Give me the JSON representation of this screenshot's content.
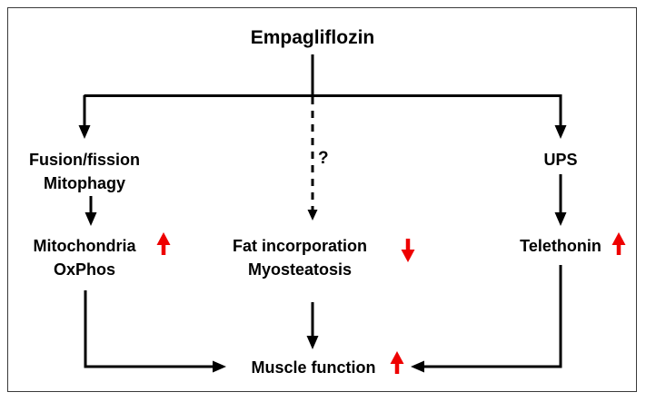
{
  "figure": {
    "type": "flow-diagram",
    "title": "Empagliflozin",
    "background_color": "#ffffff",
    "line_color": "#000000",
    "accent_color": "#ee0000",
    "border_color": "#3a3a3a"
  },
  "nodes": {
    "root": {
      "label": "Empagliflozin"
    },
    "left_branch": {
      "line1": "Fusion/fission",
      "line2": "Mitophagy"
    },
    "center_branch": {
      "label": "?"
    },
    "right_branch": {
      "label": "UPS"
    },
    "left_outcome": {
      "line1": "Mitochondria",
      "line2": "OxPhos",
      "change": "up",
      "change_symbol": "↑",
      "change_color": "#ee0000"
    },
    "center_outcome": {
      "line1": "Fat incorporation",
      "line2": "Myosteatosis",
      "change": "down",
      "change_symbol": "↓",
      "change_color": "#ee0000"
    },
    "right_outcome": {
      "line1": "Telethonin",
      "change": "up",
      "change_symbol": "↑",
      "change_color": "#ee0000"
    },
    "final_outcome": {
      "label": "Muscle function",
      "change": "up",
      "change_symbol": "↑",
      "change_color": "#ee0000"
    }
  },
  "edges": [
    {
      "name": "root-to-bus",
      "style": "solid",
      "from": "root",
      "to": "bus"
    },
    {
      "name": "bus-to-left-branch",
      "style": "solid",
      "from": "bus",
      "to": "left_branch"
    },
    {
      "name": "bus-to-right-branch",
      "style": "solid",
      "from": "bus",
      "to": "right_branch"
    },
    {
      "name": "bus-to-center-outcome",
      "style": "dashed",
      "from": "bus",
      "to": "center_outcome"
    },
    {
      "name": "left-branch-to-left-outcome",
      "style": "solid",
      "from": "left_branch",
      "to": "left_outcome"
    },
    {
      "name": "right-branch-to-right-outcome",
      "style": "solid",
      "from": "right_branch",
      "to": "right_outcome"
    },
    {
      "name": "left-outcome-to-final",
      "style": "solid",
      "from": "left_outcome",
      "to": "final_outcome"
    },
    {
      "name": "center-outcome-to-final",
      "style": "solid",
      "from": "center_outcome",
      "to": "final_outcome"
    },
    {
      "name": "right-outcome-to-final",
      "style": "solid",
      "from": "right_outcome",
      "to": "final_outcome"
    }
  ]
}
